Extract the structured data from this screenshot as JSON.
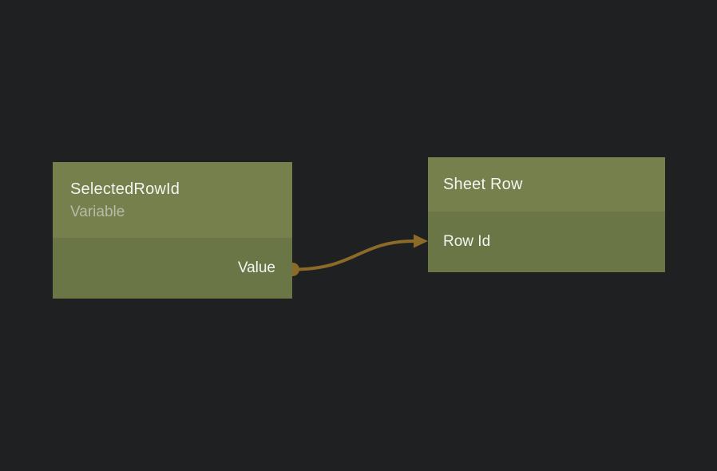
{
  "colors": {
    "bg": "#1f2021",
    "header": "#75804c",
    "body": "#6a7645",
    "wire": "#8c6a28",
    "text": "#f4f4f1",
    "subtext": "#b5bba6"
  },
  "nodes": [
    {
      "title": "SelectedRowId",
      "subtitle": "Variable",
      "outputs": [
        {
          "label": "Value"
        }
      ]
    },
    {
      "title": "Sheet Row",
      "inputs": [
        {
          "label": "Row Id"
        }
      ]
    }
  ],
  "connections": [
    {
      "from": "SelectedRowId.Value",
      "to": "Sheet Row.Row Id"
    }
  ]
}
